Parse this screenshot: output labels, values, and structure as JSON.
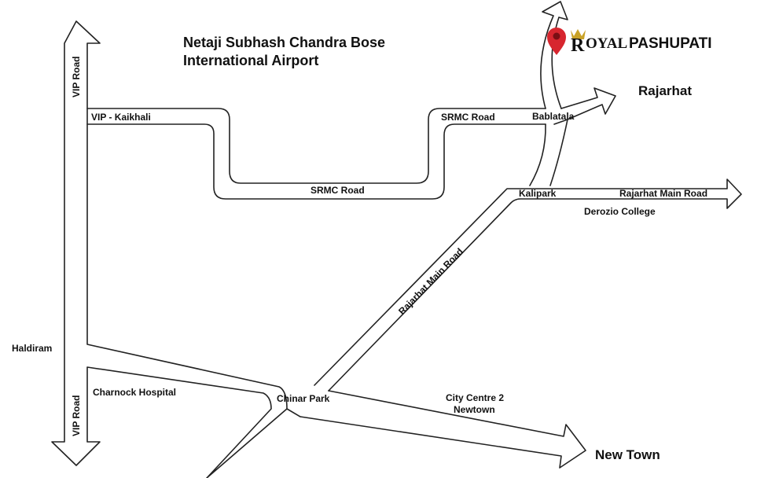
{
  "title": {
    "line1": "Netaji Subhash Chandra Bose",
    "line2": "International Airport"
  },
  "brand": {
    "crown_letter": "R",
    "word1": "OYAL",
    "word2": "PASHUPATI",
    "gold": "#c9a227",
    "pin_color": "#d7262f"
  },
  "places": {
    "rajarhat": "Rajarhat",
    "new_town": "New Town",
    "haldiram": "Haldiram",
    "charnock_hospital": "Charnock Hospital",
    "chinar_park": "Chinar Park",
    "city_centre_2_line1": "City Centre 2",
    "city_centre_2_line2": "Newtown",
    "kalipark": "Kalipark",
    "derozio_college": "Derozio College",
    "bablatala": "Bablatala",
    "vip_kaikhali": "VIP - Kaikhali"
  },
  "roads": {
    "vip_road_top": "VIP Road",
    "vip_road_bottom": "VIP Road",
    "srmc_road_top": "SRMC Road",
    "srmc_road_bottom": "SRMC Road",
    "rajarhat_main_road_diag": "Rajarhat Main Road",
    "rajarhat_main_road_east": "Rajarhat Main Road"
  },
  "colors": {
    "road_stroke": "#222222",
    "text": "#111111"
  }
}
